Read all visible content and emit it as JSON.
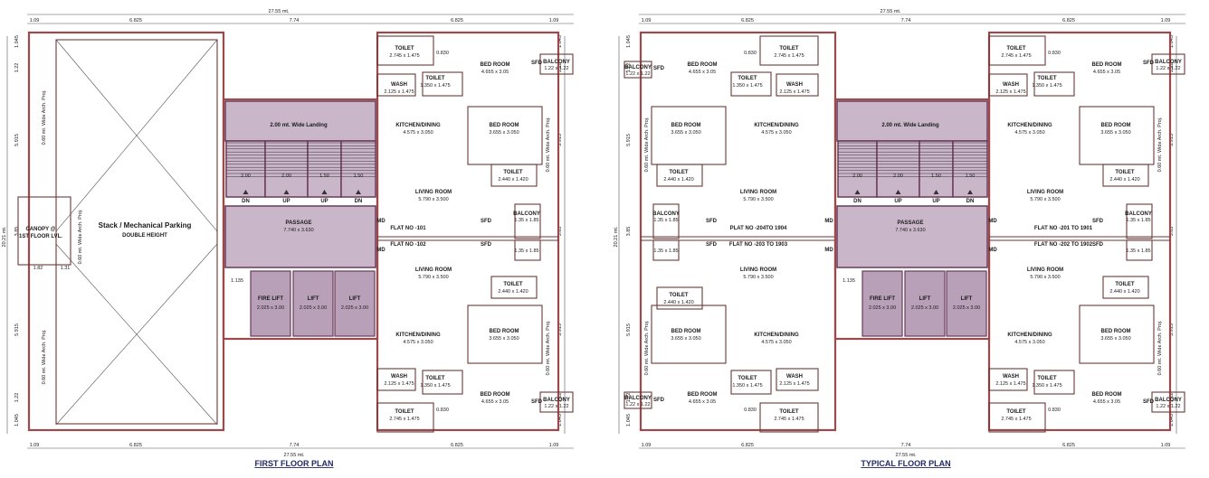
{
  "plans": [
    {
      "id": "first",
      "title": "FIRST FLOOR PLAN",
      "overall_width": "27.55 mt.",
      "overall_height": "20.21 mt.",
      "top_dims": [
        "1.09",
        "6.825",
        "7.74",
        "6.825",
        "1.09"
      ],
      "bottom_dims": [
        "1.09",
        "6.825",
        "7.74",
        "6.825",
        "1.09"
      ],
      "left_dims": [
        "1.045",
        "1.22",
        "5.915",
        "3.85",
        "5.915",
        "1.22",
        "1.045"
      ],
      "parking_title": "Stack / Mechanical Parking",
      "parking_sub": "DOUBLE HEIGHT",
      "canopy": "CANOPY @ 1ST FLOOR LVL.",
      "canopy_dims": [
        "1.82",
        "1.31"
      ],
      "flat_top": "FLAT NO -101",
      "flat_bottom": "FLAT NO -102"
    },
    {
      "id": "typical",
      "title": "TYPICAL FLOOR PLAN",
      "overall_width": "27.55 mt.",
      "overall_height": "20.21 mt.",
      "top_dims": [
        "1.09",
        "6.825",
        "7.74",
        "6.825",
        "1.09"
      ],
      "bottom_dims": [
        "1.09",
        "6.825",
        "7.74",
        "6.825",
        "1.09"
      ],
      "left_dims": [
        "1.045",
        "1.22",
        "5.915",
        "3.85",
        "5.915",
        "1.22",
        "1.045"
      ],
      "flat_top_left": "PLAT NO -204TO 1904",
      "flat_top_right": "FLAT NO -201 TO 1901",
      "flat_bottom_left": "FLAT NO -203 TO 1903",
      "flat_bottom_right": "FLAT NO -202 TO 1902"
    }
  ],
  "core": {
    "landing": "2.00 mt. Wide Landing",
    "passage": "PASSAGE",
    "passage_dim": "7.740 x 3.630",
    "stair_labels": [
      "DN",
      "UP",
      "UP",
      "DN"
    ],
    "stair_widths": [
      "2.00",
      "2.00",
      "1.50",
      "1.50"
    ],
    "fire_lift": "FIRE LIFT",
    "lift": "LIFT",
    "lift_dim": "2.025 x 3.00",
    "core_dim": "1.135"
  },
  "rooms": {
    "toilet": "TOILET",
    "toilet_big_dim": "2.745 x 1.475",
    "toilet_small_dim": "1.350 x 1.475",
    "toilet_attached_dim": "2.440 x 1.420",
    "wash": "WASH",
    "wash_dim": "2.125 x 1.475",
    "bed_room": "BED ROOM",
    "bed_master_dim": "4.655 x 3.05",
    "bed_dim": "3.655 x 3.050",
    "kitchen": "KITCHEN/DINING",
    "kitchen_dim": "4.575 x 3.050",
    "living": "LIVING ROOM",
    "living_dim": "5.790 x 3.500",
    "balcony": "BALCONY",
    "balcony_dim": "1.22 x 1.22",
    "balcony_side_dim": "1.35 x 1.85",
    "sfd": "SFD",
    "md": "MD",
    "shaft": "0.60 mt. Wide Arch. Proj.",
    "small_dim": "0.830 x 1.475"
  }
}
